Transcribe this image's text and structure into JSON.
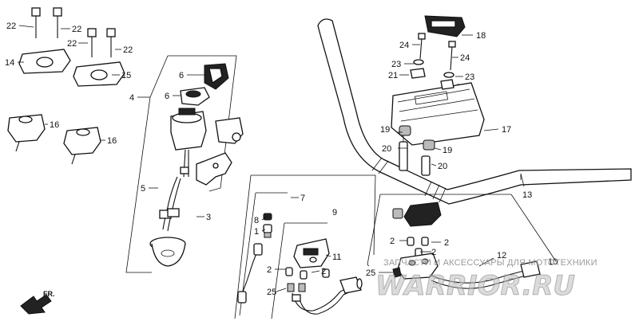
{
  "labels": {
    "l1": "1",
    "l2a": "2",
    "l2b": "2",
    "l2c": "2",
    "l3": "3",
    "l4": "4",
    "l5": "5",
    "l6a": "6",
    "l6b": "6",
    "l7": "7",
    "l8": "8",
    "l9": "9",
    "l10": "10",
    "l11": "11",
    "l12": "12",
    "l13": "13",
    "l14": "14",
    "l15": "15",
    "l16a": "16",
    "l16b": "16",
    "l17": "17",
    "l18": "18",
    "l19a": "19",
    "l19b": "19",
    "l20a": "20",
    "l20b": "20",
    "l21": "21",
    "l22a": "22",
    "l22b": "22",
    "l22c": "22",
    "l22d": "22",
    "l23a": "23",
    "l23b": "23",
    "l24a": "24",
    "l24b": "24",
    "l25a": "25",
    "l25b": "25"
  },
  "direction_marker": "FR.",
  "watermark": {
    "caption": "ЗАПЧАСТИ И АКСЕССУАРЫ ДЛЯ МОТОТЕХНИКИ",
    "logo": "WARRIOR.RU"
  }
}
